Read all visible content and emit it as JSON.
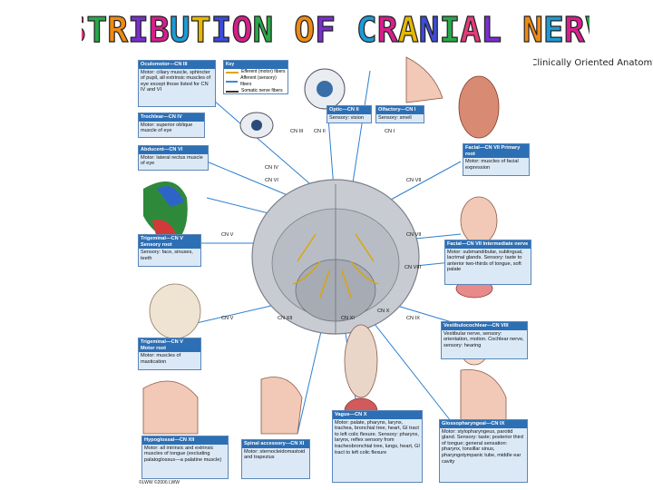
{
  "title": "DISTRIBUTION OF CRANIAL NERVES",
  "title_colors": [
    "#d61f8c",
    "#3b4cd6",
    "#e23a7a",
    "#2aa84a",
    "#f08a12",
    "#7a2fd0",
    "#d61f8c",
    "#1e9bd6",
    "#e6b800",
    "#3b4cd6",
    "#d61f8c",
    "#2aa84a",
    "#f08a12",
    "#7a2fd0",
    "#1e9bd6",
    "#d61f8c",
    "#e6b800",
    "#3b4cd6",
    "#2aa84a",
    "#e23a7a",
    "#7a2fd0",
    "#f08a12",
    "#1e9bd6",
    "#d61f8c",
    "#2aa84a",
    "#3b4cd6",
    "#e6b800",
    "#7a2fd0",
    "#d61f8c",
    "#1e9bd6"
  ],
  "credit": "From Moore: Clinically Oriented Anatomy",
  "copyright": "©LWW ©2006 LWW",
  "key": {
    "title": "Key",
    "items": [
      "Efferent (motor) fibers",
      "Afferent (sensory) fibers",
      "Somatic nerve fibers"
    ],
    "colors": [
      "#e0a400",
      "#3a8ad8",
      "#333333"
    ]
  },
  "boxes": {
    "oculomotor": {
      "head": "Oculomotor—CN III",
      "body": "Motor: ciliary muscle, sphincter of pupil, all extrinsic muscles of eye except those listed for CN IV and VI"
    },
    "trochlear": {
      "head": "Trochlear—CN IV",
      "body": "Motor: superior oblique muscle of eye"
    },
    "abducent": {
      "head": "Abducent—CN VI",
      "body": "Motor: lateral rectus muscle of eye"
    },
    "optic": {
      "head": "Optic—CN II",
      "body": "Sensory: vision"
    },
    "olfactory": {
      "head": "Olfactory—CN I",
      "body": "Sensory: smell"
    },
    "facial_motor": {
      "head": "Facial—CN VII Primary root",
      "body": "Motor: muscles of facial expression"
    },
    "trigeminal_sensory": {
      "head": "Trigeminal—CN V Sensory root",
      "body": "Sensory: face, sinuses, teeth"
    },
    "facial_intermediate": {
      "head": "Facial—CN VII Intermediate nerve",
      "body": "Motor: submandibular, sublingual, lacrimal glands. Sensory: taste to anterior two-thirds of tongue, soft palate"
    },
    "vestibulocochlear": {
      "head": "Vestibulocochlear—CN VIII",
      "body": "Vestibular nerve, sensory: orientation, motion. Cochlear nerve, sensory: hearing"
    },
    "trigeminal_motor": {
      "head": "Trigeminal—CN V Motor root",
      "body": "Motor: muscles of mastication"
    },
    "vagus": {
      "head": "Vagus—CN X",
      "body": "Motor: palate, pharynx, larynx, trachea, bronchial tree, heart, GI tract to left colic flexure. Sensory: pharynx, larynx, reflex sensory from tracheobronchial tree, lungs, heart, GI tract to left colic flexure"
    },
    "glossopharyngeal": {
      "head": "Glossopharyngeal—CN IX",
      "body": "Motor: stylopharyngeus, parotid gland. Sensory: taste; posterior third of tongue; general sensation: pharynx, tonsillar sinus, pharyngotympanic tube, middle ear cavity"
    },
    "hypoglossal": {
      "head": "Hypoglossal—CN XII",
      "body": "Motor: all intrinsic and extrinsic muscles of tongue (excluding palatoglossus—a palatine muscle)"
    },
    "spinal_accessory": {
      "head": "Spinal accessory—CN XI",
      "body": "Motor: sternocleidomastoid and trapezius"
    }
  },
  "nerve_labels": [
    "CN III",
    "CN II",
    "CN I",
    "CN IV",
    "CN VI",
    "CN VII",
    "CN V",
    "CN VII",
    "CN VIII",
    "CN X",
    "CN V",
    "CN XII",
    "CN XI",
    "CN IX"
  ]
}
